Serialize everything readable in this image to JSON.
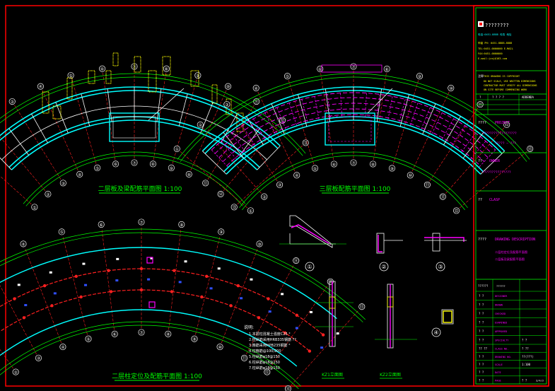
{
  "colors": {
    "background": "#000000",
    "border_red": "#ff0000",
    "green": "#00ff00",
    "yellow": "#ffff00",
    "cyan": "#00ffff",
    "magenta": "#ff00ff",
    "white": "#ffffff",
    "red": "#ff2020",
    "blue": "#3050ff"
  },
  "plans": {
    "upper_left_title": "二层板及梁配筋平面图 1:100",
    "upper_right_title": "三层板配筋平面图 1:100",
    "lower_title": "二层柱定位及配筋平面图 1:100"
  },
  "axis_labels": {
    "upper_left": [
      "①",
      "②",
      "③",
      "④",
      "⑤",
      "⑥",
      "⑦",
      "⑧",
      "⑨",
      "⑩",
      "⑪",
      "⑫",
      "⑬"
    ],
    "upper_right": [
      "①",
      "②",
      "③",
      "④",
      "⑤",
      "⑥",
      "⑦",
      "⑧",
      "⑨",
      "⑩",
      "⑪",
      "⑫",
      "⑬"
    ],
    "lower": [
      "①",
      "②",
      "③",
      "④",
      "⑤",
      "⑥",
      "⑦",
      "⑧",
      "⑨",
      "⑩",
      "⑪",
      "⑫",
      "⑬"
    ]
  },
  "detail_markers": [
    "①",
    "②",
    "③",
    "④"
  ],
  "section_titles": {
    "kz1": "KZ1立面图",
    "kz2": "KZ2立面图"
  },
  "notes": {
    "heading": "说明:",
    "lines": [
      "1.本层柱混凝土强度C25 °",
      "2.柱纵筋采用HRB335钢筋 ??",
      "3.箍筋采用HPB235钢筋 °",
      "4.柱箍筋@100/200",
      "5.柱纵筋φ18@150",
      "6.柱纵筋φ18@150",
      "7.柱纵筋φ18@150"
    ]
  },
  "title_block": {
    "company_name": "????????",
    "company_lines": [
      "电话:0451-8888  传真  地址",
      "甲级 PH: 0451-8888-8888",
      "TEL:0451-0000000    E-MAIL",
      "FAX:0451-0000000",
      "E-mail:jzsj@163.com"
    ],
    "note_label": "注释",
    "note_lines": [
      "THIS DRAWING IS COPYRIGHT",
      "DO NOT SCALE, USE WRITTEN DIMENSIONS",
      "CONTRACTOR MUST VERIFY ALL DIMENSIONS",
      "ON SITE BEFORE COMMENCING WORK"
    ],
    "revision_headers": [
      "?",
      "? ? ? ?",
      "ADDENDA"
    ],
    "project_label": "????",
    "project_label_en": "PROJECT",
    "project_value_1": "??????????????????",
    "project_value_2": "????? — ???",
    "owner_label": "??",
    "owner_label_en": "OWNER",
    "owner_value": "???????????????",
    "stamp_label": "??",
    "stamp_label_en": "CLASP",
    "description_label": "????",
    "description_label_en": "DRAWING DESCRIPTION",
    "description_lines": [
      "二层柱定位及配筋平面图",
      "二层板及梁配筋平面图"
    ],
    "sign_label": "??????",
    "sign_sub": "??????",
    "signature_rows": [
      {
        "cn": "?  ?",
        "en": "DESIGNER"
      },
      {
        "cn": "?  ?",
        "en": "DRAWN"
      },
      {
        "cn": "?  ?",
        "en": "CHECKED"
      },
      {
        "cn": "?  ?",
        "en": "EXAMINED"
      },
      {
        "cn": "?  ?",
        "en": "APPROVED"
      },
      {
        "cn": "?  ?",
        "en": "SPECIALTY",
        "value": "?  ?"
      }
    ],
    "info_rows": [
      {
        "label": "??  ??",
        "en": "CLASS NO.",
        "value": "?  ??"
      },
      {
        "label": "?  ?",
        "en": "DRAWING NO.",
        "value": "??(???)"
      },
      {
        "label": "?  ?",
        "en": "SCALE",
        "value": "1:100"
      },
      {
        "label": "?  ?",
        "en": "DATE",
        "value": ""
      },
      {
        "label": "?  ?",
        "en": "PAGE",
        "value": "?  ?",
        "value2": "3/4/3"
      }
    ]
  }
}
